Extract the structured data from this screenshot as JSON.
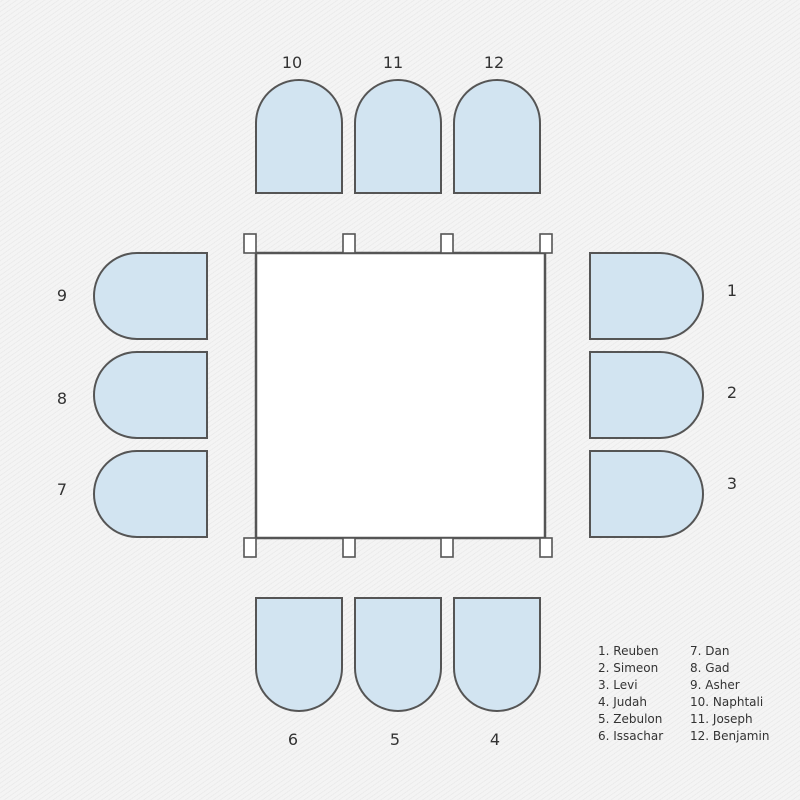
{
  "colors": {
    "tribe_fill": "#d2e4f1",
    "outline": "#555555",
    "court_fill": "#ffffff"
  },
  "tribes": [
    {
      "number": "1",
      "name": "Reuben"
    },
    {
      "number": "2",
      "name": "Simeon"
    },
    {
      "number": "3",
      "name": "Levi"
    },
    {
      "number": "4",
      "name": "Judah"
    },
    {
      "number": "5",
      "name": "Zebulon"
    },
    {
      "number": "6",
      "name": "Issachar"
    },
    {
      "number": "7",
      "name": "Dan"
    },
    {
      "number": "8",
      "name": "Gad"
    },
    {
      "number": "9",
      "name": "Asher"
    },
    {
      "number": "10",
      "name": "Naphtali"
    },
    {
      "number": "11",
      "name": "Joseph"
    },
    {
      "number": "12",
      "name": "Benjamin"
    }
  ],
  "legend": {
    "left_column": [
      "1. Reuben",
      "2. Simeon",
      "3. Levi",
      "4. Judah",
      "5. Zebulon",
      "6. Issachar"
    ],
    "right_column": [
      "7. Dan",
      "8. Gad",
      "9. Asher",
      "10. Naphtali",
      "11. Joseph",
      "12. Benjamin"
    ]
  }
}
